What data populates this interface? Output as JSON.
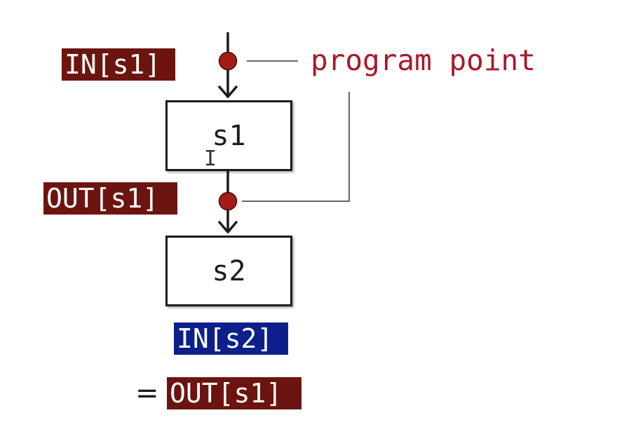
{
  "labels": {
    "in_s1": "IN[s1]",
    "out_s1": "OUT[s1]",
    "in_s2": "IN[s2]",
    "out_s1_eq": "OUT[s1]",
    "equals": "="
  },
  "nodes": {
    "s1": "s1",
    "s2": "s2"
  },
  "callout": "program point",
  "colors": {
    "maroon_label": "#6b1410",
    "navy_label": "#0e1f8c",
    "program_point_dot": "#a31c18",
    "callout_text": "#a8182a",
    "stroke": "#1c1c1c"
  },
  "cursor_icon": "text-cursor-icon"
}
